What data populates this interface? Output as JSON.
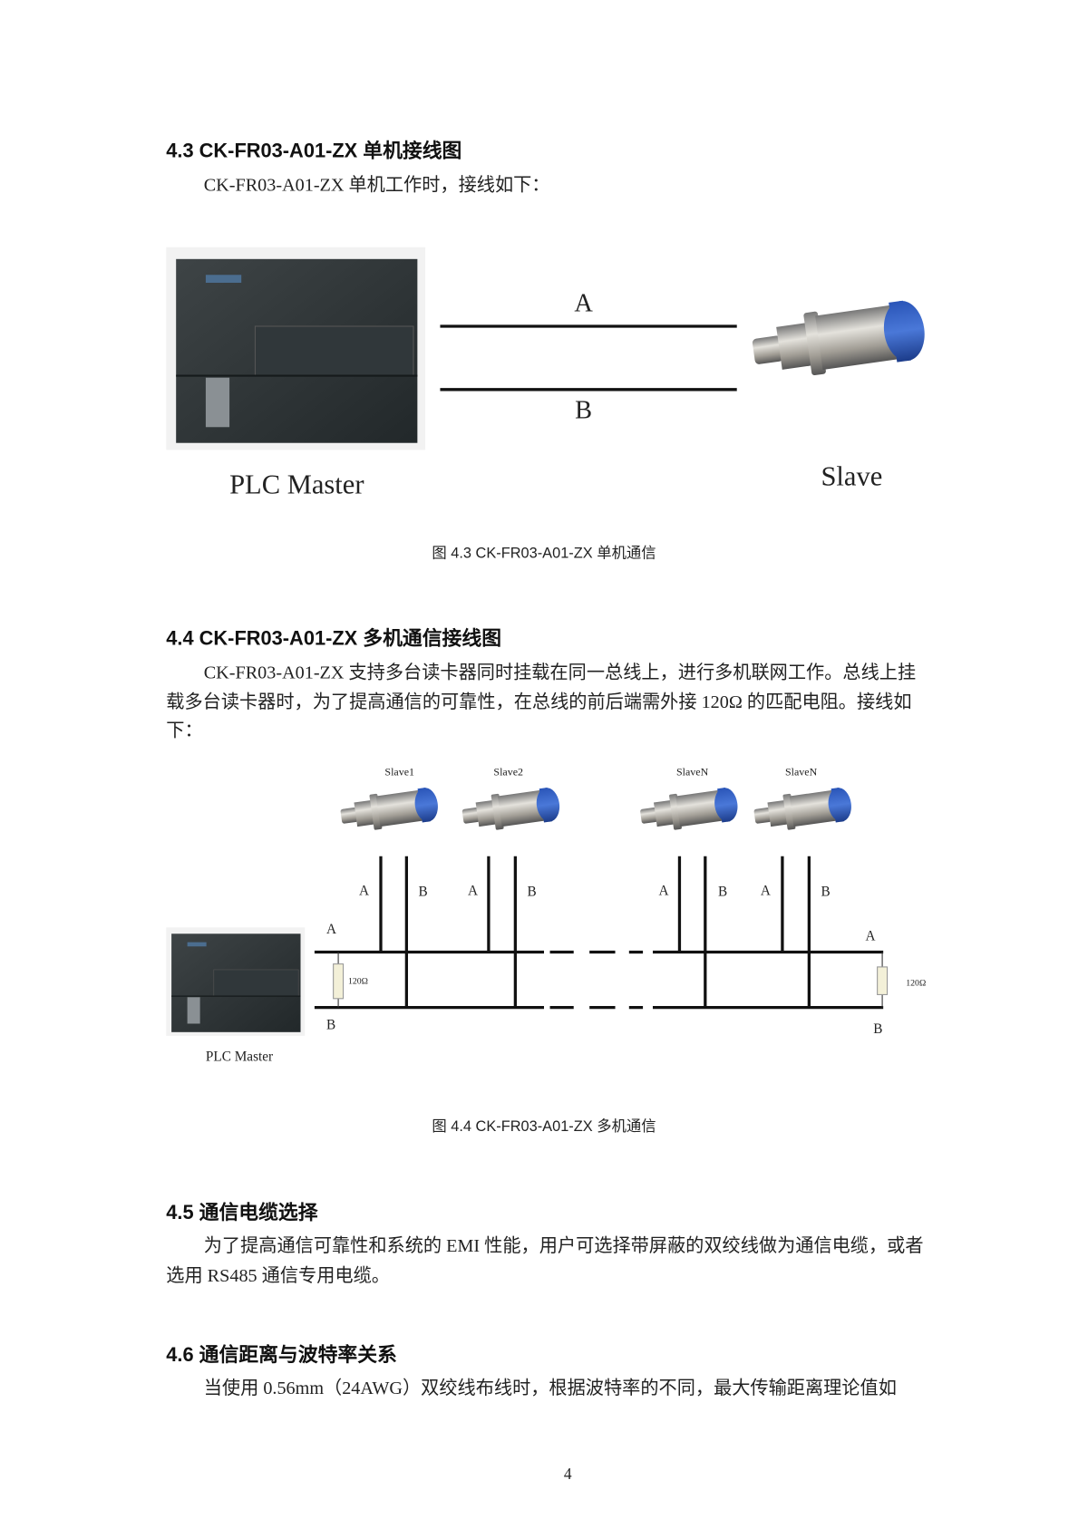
{
  "sections": {
    "s43": {
      "heading": "4.3 CK-FR03-A01-ZX 单机接线图",
      "intro": "CK-FR03-A01-ZX 单机工作时，接线如下：",
      "caption": "图 4.3 CK-FR03-A01-ZX 单机通信"
    },
    "s44": {
      "heading": "4.4 CK-FR03-A01-ZX 多机通信接线图",
      "para": "CK-FR03-A01-ZX 支持多台读卡器同时挂载在同一总线上，进行多机联网工作。总线上挂载多台读卡器时，为了提高通信的可靠性，在总线的前后端需外接 120Ω 的匹配电阻。接线如下：",
      "caption": "图 4.4 CK-FR03-A01-ZX 多机通信"
    },
    "s45": {
      "heading": "4.5 通信电缆选择",
      "para": "为了提高通信可靠性和系统的 EMI 性能，用户可选择带屏蔽的双绞线做为通信电缆，或者选用 RS485 通信专用电缆。"
    },
    "s46": {
      "heading": "4.6 通信距离与波特率关系",
      "para": "当使用 0.56mm（24AWG）双绞线布线时，根据波特率的不同，最大传输距离理论值如"
    }
  },
  "fig43": {
    "line_a": "A",
    "line_b": "B",
    "master": "PLC Master",
    "slave": "Slave"
  },
  "fig44": {
    "slaves": [
      "Slave1",
      "Slave2",
      "SlaveN",
      "SlaveN"
    ],
    "a": "A",
    "b": "B",
    "resistor": "120Ω",
    "master": "PLC Master"
  },
  "page_number": "4"
}
